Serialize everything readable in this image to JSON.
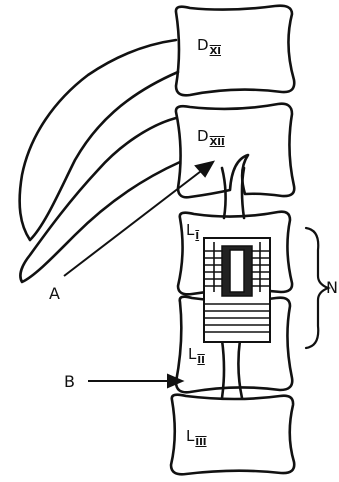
{
  "vertebrae": [
    {
      "letter": "D",
      "numeral": "XI"
    },
    {
      "letter": "D",
      "numeral": "XII"
    },
    {
      "letter": "L",
      "numeral": "I"
    },
    {
      "letter": "L",
      "numeral": "II"
    },
    {
      "letter": "L",
      "numeral": "III"
    }
  ],
  "annotations": {
    "a": "A",
    "b": "B",
    "n": "N"
  },
  "colors": {
    "ink": "#111111",
    "paper": "#ffffff"
  }
}
